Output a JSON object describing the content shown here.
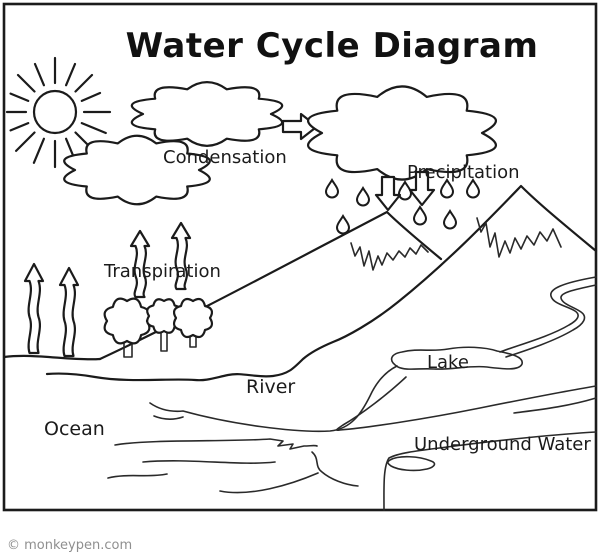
{
  "title": "Water Cycle Diagram",
  "labels": {
    "condensation": "Condensation",
    "precipitation": "Precipitation",
    "transpiration": "Transpiration",
    "lake": "Lake",
    "river": "River",
    "ocean": "Ocean",
    "underground_water": "Underground Water"
  },
  "footer": {
    "copyright": "© monkeypen.com"
  },
  "colors": {
    "line": "#1b1b1b",
    "background": "#ffffff",
    "label_text": "#1b1b1b",
    "copyright_text": "#8f8f8f"
  },
  "diagram_elements": [
    "sun-icon",
    "condensation-cloud",
    "flow-arrow-right-icon",
    "rain-cloud",
    "raindrop-icon",
    "precipitation-arrow-icon",
    "mountain",
    "snow-cap",
    "tree-icon",
    "evaporation-arrow-icon",
    "transpiration-arrow-icon",
    "shoreline",
    "river-banks",
    "lake-shape",
    "ocean-waves",
    "underground-water-channel"
  ]
}
